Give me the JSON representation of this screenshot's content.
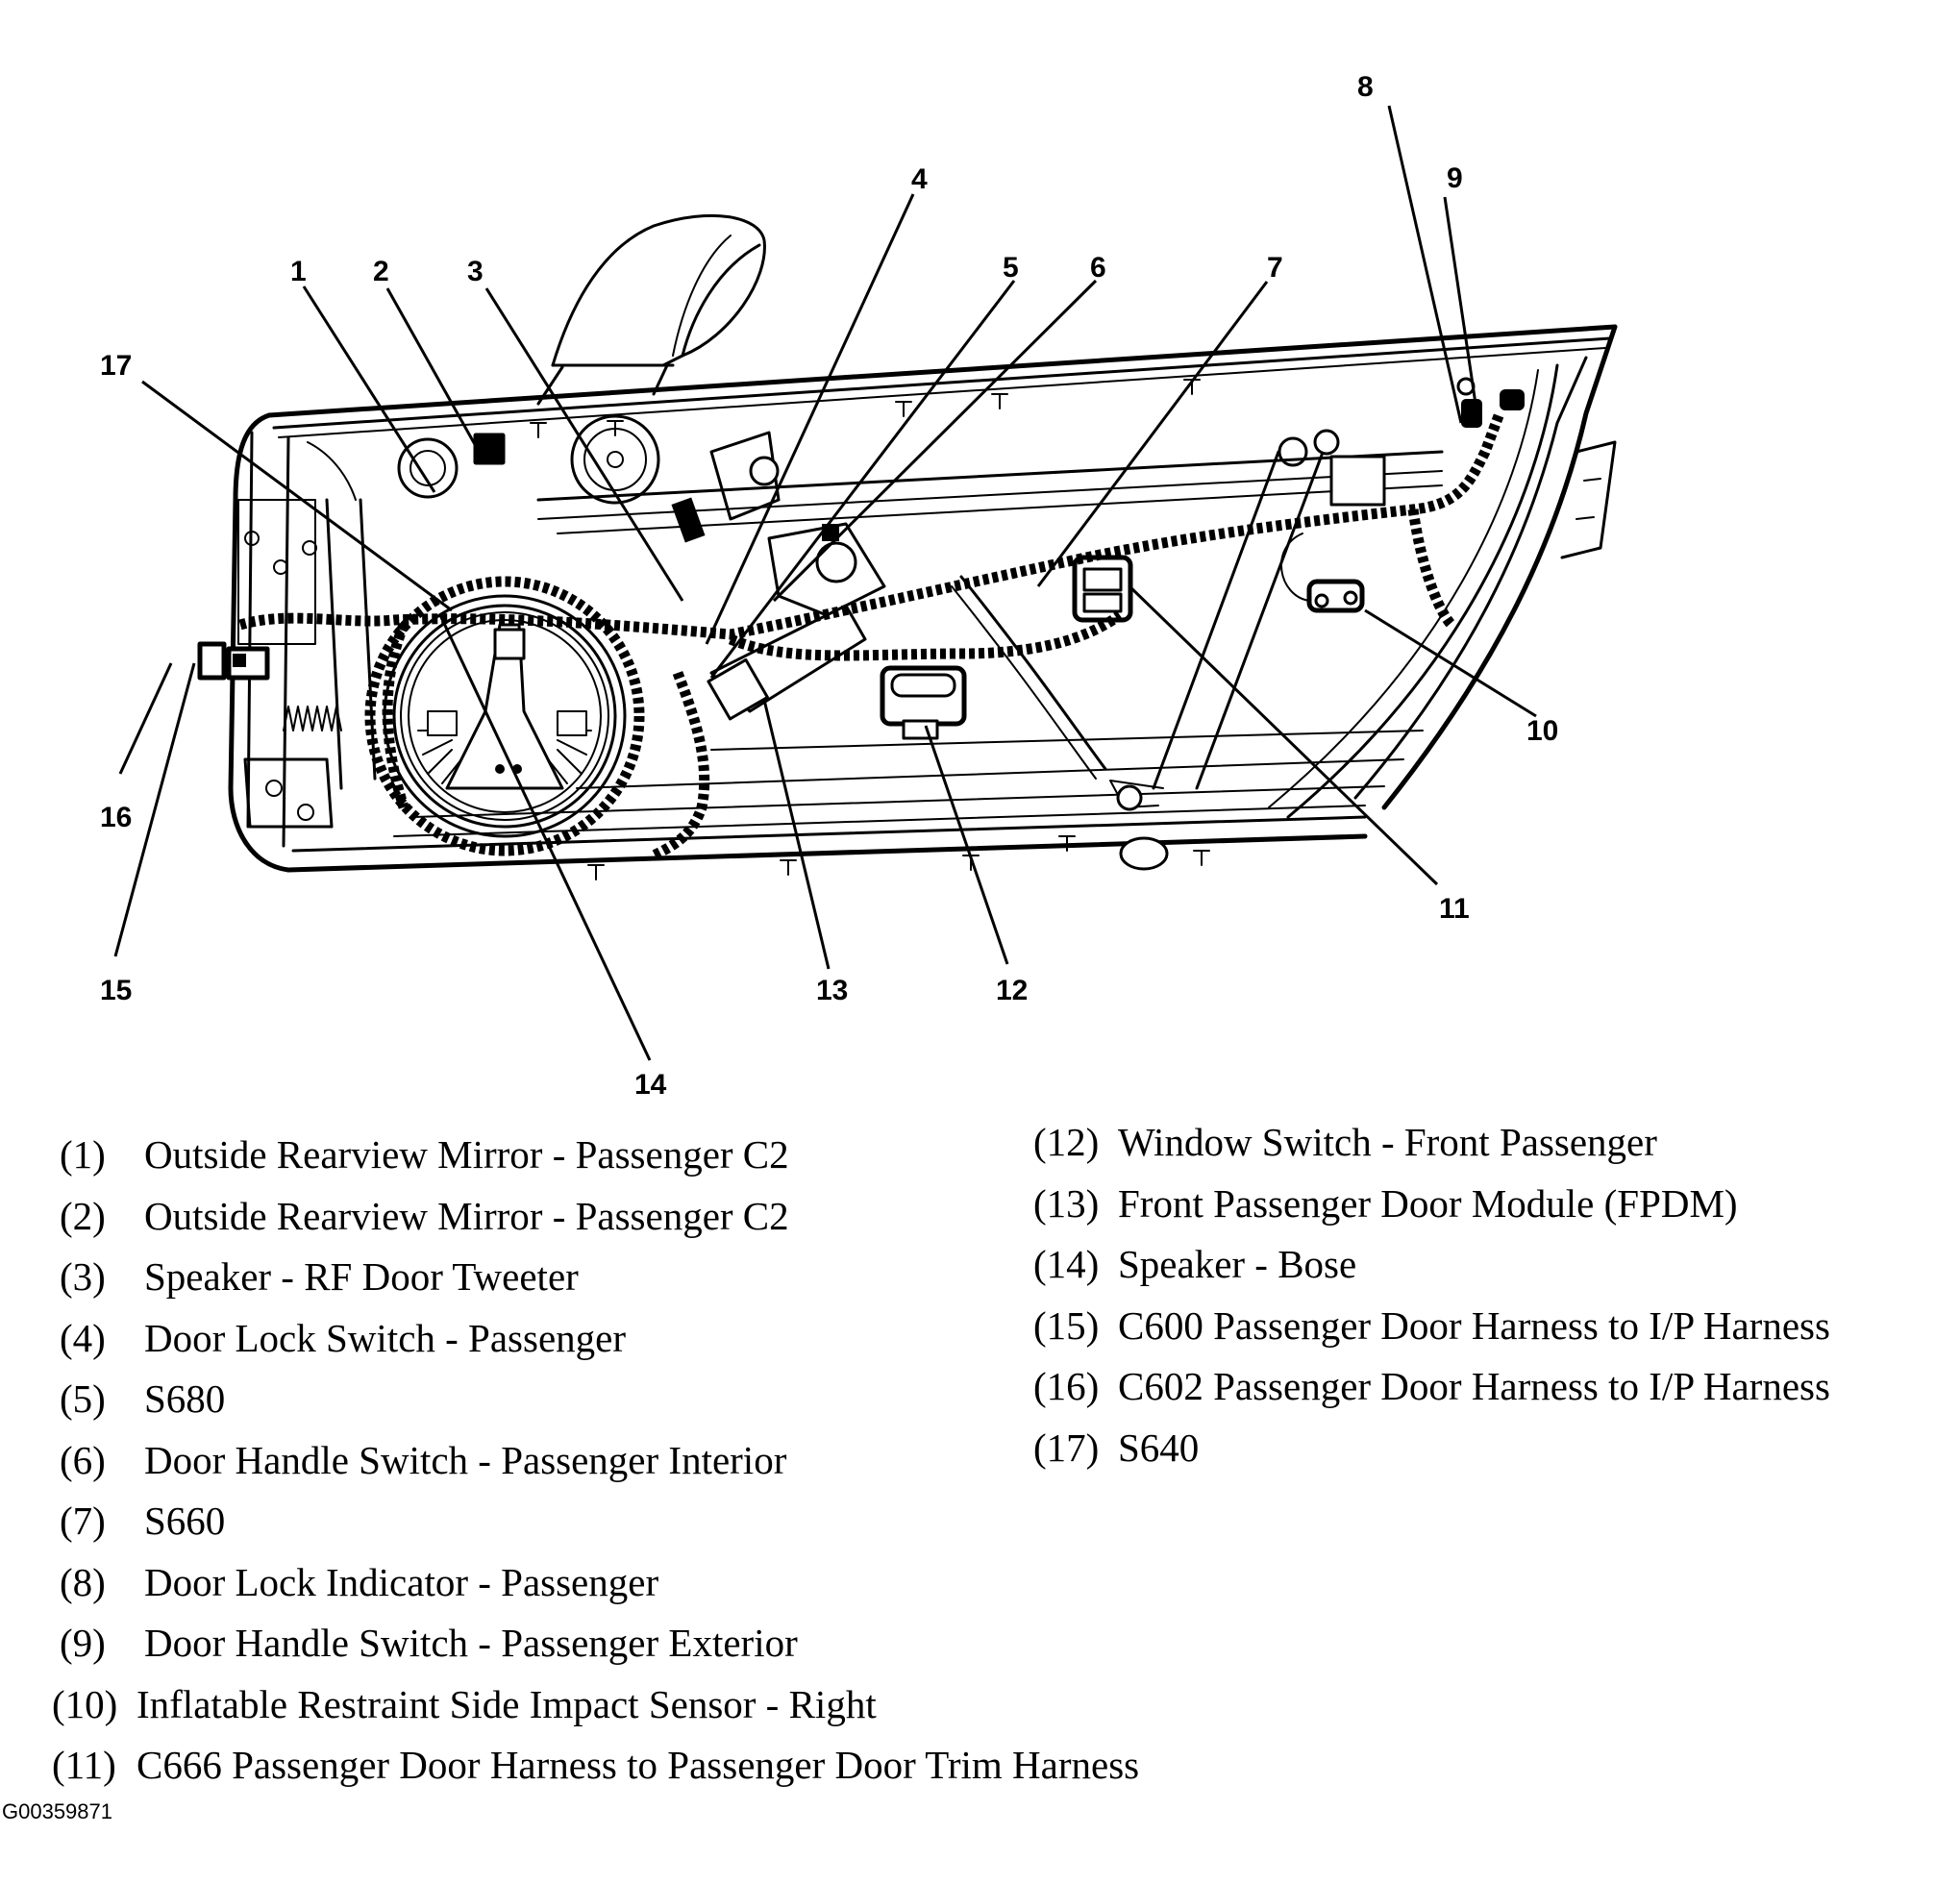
{
  "figure": {
    "figure_id": "G00359871",
    "subject": "Front passenger door component locator"
  },
  "callouts": [
    {
      "number": "1"
    },
    {
      "number": "2"
    },
    {
      "number": "3"
    },
    {
      "number": "4"
    },
    {
      "number": "5"
    },
    {
      "number": "6"
    },
    {
      "number": "7"
    },
    {
      "number": "8"
    },
    {
      "number": "9"
    },
    {
      "number": "10"
    },
    {
      "number": "11"
    },
    {
      "number": "12"
    },
    {
      "number": "13"
    },
    {
      "number": "14"
    },
    {
      "number": "15"
    },
    {
      "number": "16"
    },
    {
      "number": "17"
    }
  ],
  "legend": {
    "left": [
      {
        "num": "(1)",
        "label": "Outside Rearview Mirror - Passenger C2"
      },
      {
        "num": "(2)",
        "label": "Outside Rearview Mirror - Passenger C2"
      },
      {
        "num": "(3)",
        "label": "Speaker - RF Door Tweeter"
      },
      {
        "num": "(4)",
        "label": "Door Lock Switch - Passenger"
      },
      {
        "num": "(5)",
        "label": "S680"
      },
      {
        "num": "(6)",
        "label": "Door Handle Switch - Passenger Interior"
      },
      {
        "num": "(7)",
        "label": "S660"
      },
      {
        "num": "(8)",
        "label": "Door Lock Indicator - Passenger"
      },
      {
        "num": "(9)",
        "label": "Door Handle Switch - Passenger Exterior"
      },
      {
        "num": "(10)",
        "label": "Inflatable Restraint Side Impact Sensor - Right"
      },
      {
        "num": "(11)",
        "label": "C666 Passenger Door Harness to Passenger Door Trim Harness"
      }
    ],
    "right": [
      {
        "num": "(12)",
        "label": "Window Switch - Front Passenger"
      },
      {
        "num": "(13)",
        "label": "Front Passenger Door Module (FPDM)"
      },
      {
        "num": "(14)",
        "label": "Speaker - Bose"
      },
      {
        "num": "(15)",
        "label": "C600 Passenger Door Harness to I/P Harness"
      },
      {
        "num": "(16)",
        "label": "C602 Passenger Door Harness to I/P Harness"
      },
      {
        "num": "(17)",
        "label": "S640"
      }
    ]
  }
}
